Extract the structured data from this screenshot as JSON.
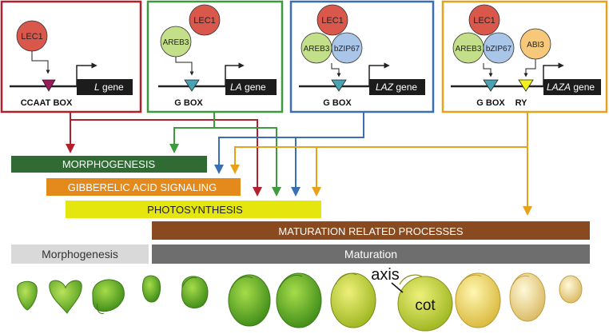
{
  "colors": {
    "red": "#b21f2d",
    "green": "#3d9a3f",
    "blue": "#3a6fb5",
    "orange": "#e8a21a",
    "dark_green": "#2f6b32",
    "gibberellic": "#e48a1c",
    "yellow": "#e6e60f",
    "brown": "#8a4a1f",
    "gray_light": "#d9d9d9",
    "gray_dark": "#6e6e6e"
  },
  "panels": [
    {
      "border_color": "red",
      "factors": [
        "LEC1"
      ],
      "motifs": [
        "CCAAT BOX"
      ],
      "gene": "L",
      "gene_suffix": "gene"
    },
    {
      "border_color": "green",
      "factors": [
        "LEC1",
        "AREB3"
      ],
      "motifs": [
        "G BOX"
      ],
      "gene": "LA",
      "gene_suffix": "gene"
    },
    {
      "border_color": "blue",
      "factors": [
        "LEC1",
        "AREB3",
        "bZIP67"
      ],
      "motifs": [
        "G BOX"
      ],
      "gene": "LAZ",
      "gene_suffix": "gene"
    },
    {
      "border_color": "orange",
      "factors": [
        "LEC1",
        "AREB3",
        "bZIP67",
        "ABI3"
      ],
      "motifs": [
        "G BOX",
        "RY"
      ],
      "gene": "LAZA",
      "gene_suffix": "gene"
    }
  ],
  "processes": {
    "morphogenesis": "MORPHOGENESIS",
    "gibberellic": "GIBBERELIC ACID SIGNALING",
    "photosynthesis": "PHOTOSYNTHESIS",
    "maturation_related": "MATURATION RELATED PROCESSES"
  },
  "phases": {
    "morphogenesis": "Morphogenesis",
    "maturation": "Maturation"
  },
  "embryo_labels": {
    "axis": "axis",
    "cot": "cot"
  }
}
